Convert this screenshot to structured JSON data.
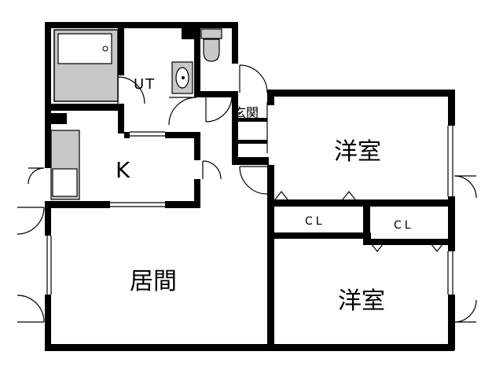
{
  "floorplan": {
    "rooms": {
      "unit_bath": "UT",
      "entrance": "玄関",
      "kitchen": "K",
      "bedroom_upper": "洋室",
      "closet_left": "CL",
      "closet_right": "CL",
      "living": "居間",
      "bedroom_lower": "洋室"
    },
    "colors": {
      "wall": "#000000",
      "background": "#ffffff",
      "fixture_fill": "#c8c8c8"
    }
  }
}
